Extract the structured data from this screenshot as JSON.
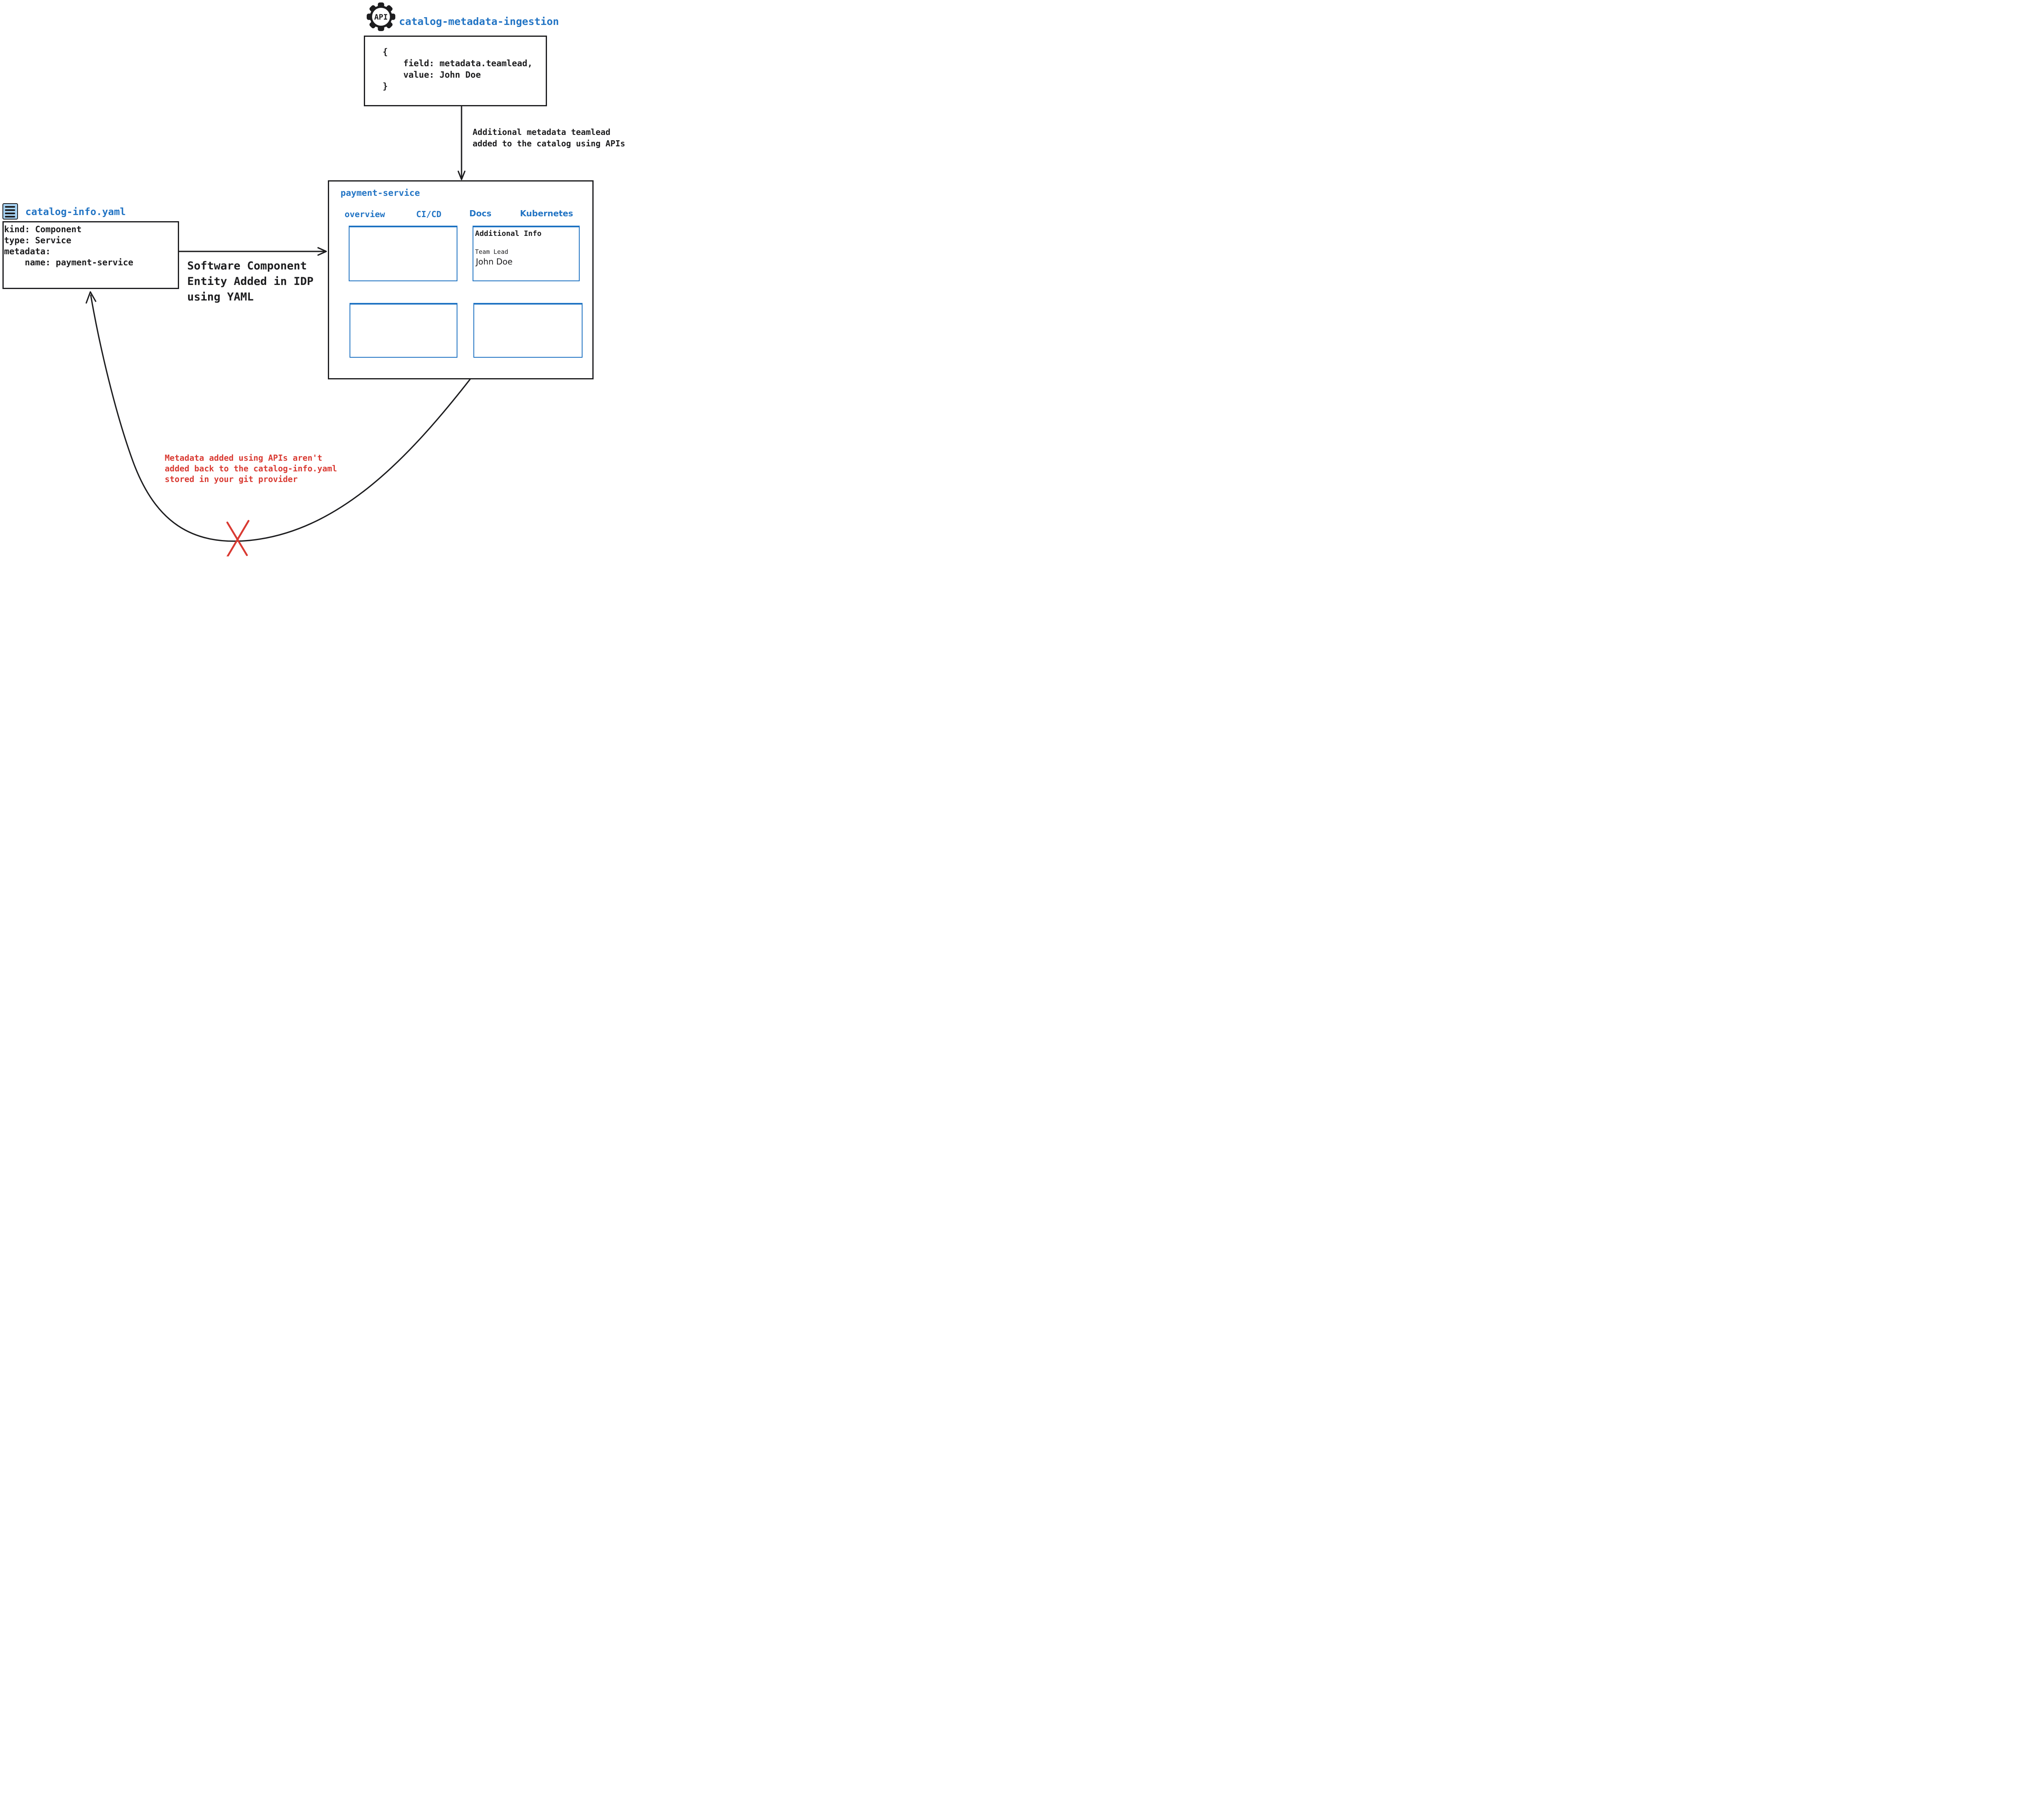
{
  "colors": {
    "accent_blue": "#2274c4",
    "panel_border_blue": "#1e72c2",
    "alert_red": "#d93a32",
    "ink_black": "#1d1d1f",
    "file_icon_fill": "#a7d3f4"
  },
  "api_ingestion": {
    "gear_icon_label": "API",
    "title": "catalog-metadata-ingestion",
    "code": "{\n    field: metadata.teamlead,\n    value: John Doe\n}"
  },
  "api_arrow_note": "Additional metadata teamlead\nadded to the catalog using APIs",
  "idp_card": {
    "title": "payment-service",
    "tabs": [
      {
        "label": "overview"
      },
      {
        "label": "CI/CD"
      },
      {
        "label": "Docs"
      },
      {
        "label": "Kubernetes"
      }
    ],
    "additional_info": {
      "title": "Additional Info",
      "field_label": "Team Lead",
      "field_value": "John Doe"
    }
  },
  "yaml_file": {
    "title": "catalog-info.yaml",
    "code": "kind: Component\ntype: Service\nmetadata:\n    name: payment-service"
  },
  "yaml_arrow_note": "Software Component\nEntity Added in IDP\nusing YAML",
  "api_feedback_note": "Metadata added using APIs aren't\nadded back to the catalog-info.yaml\nstored in your git provider"
}
